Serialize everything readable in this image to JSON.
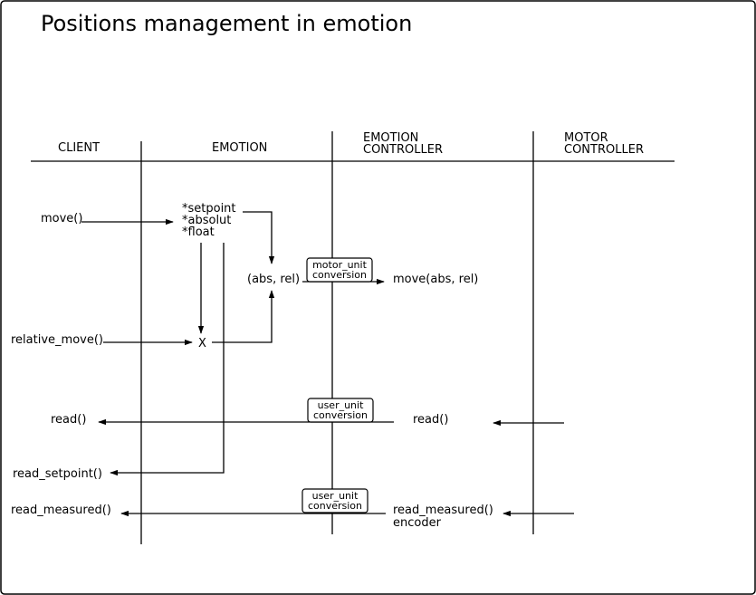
{
  "title": "Positions management in emotion",
  "columns": {
    "client": "CLIENT",
    "emotion": "EMOTION",
    "emotion_controller": [
      "EMOTION",
      "CONTROLLER"
    ],
    "motor_controller": [
      "MOTOR",
      "CONTROLLER"
    ]
  },
  "client_calls": {
    "move": "move()",
    "relative_move": "relative_move()",
    "read": "read()",
    "read_setpoint": "read_setpoint()",
    "read_measured": "read_measured()"
  },
  "emotion_state": [
    "*setpoint",
    "*absolut",
    "*float"
  ],
  "junction_label": "X",
  "abs_rel": "(abs, rel)",
  "conversions": {
    "motor_unit": [
      "motor_unit",
      "conversion"
    ],
    "user_unit_read": [
      "user_unit",
      "conversion"
    ],
    "user_unit_measured": [
      "user_unit",
      "conversion"
    ]
  },
  "controller_calls": {
    "move": "move(abs, rel)",
    "read": "read()",
    "read_measured": [
      "read_measured()",
      "encoder"
    ]
  }
}
